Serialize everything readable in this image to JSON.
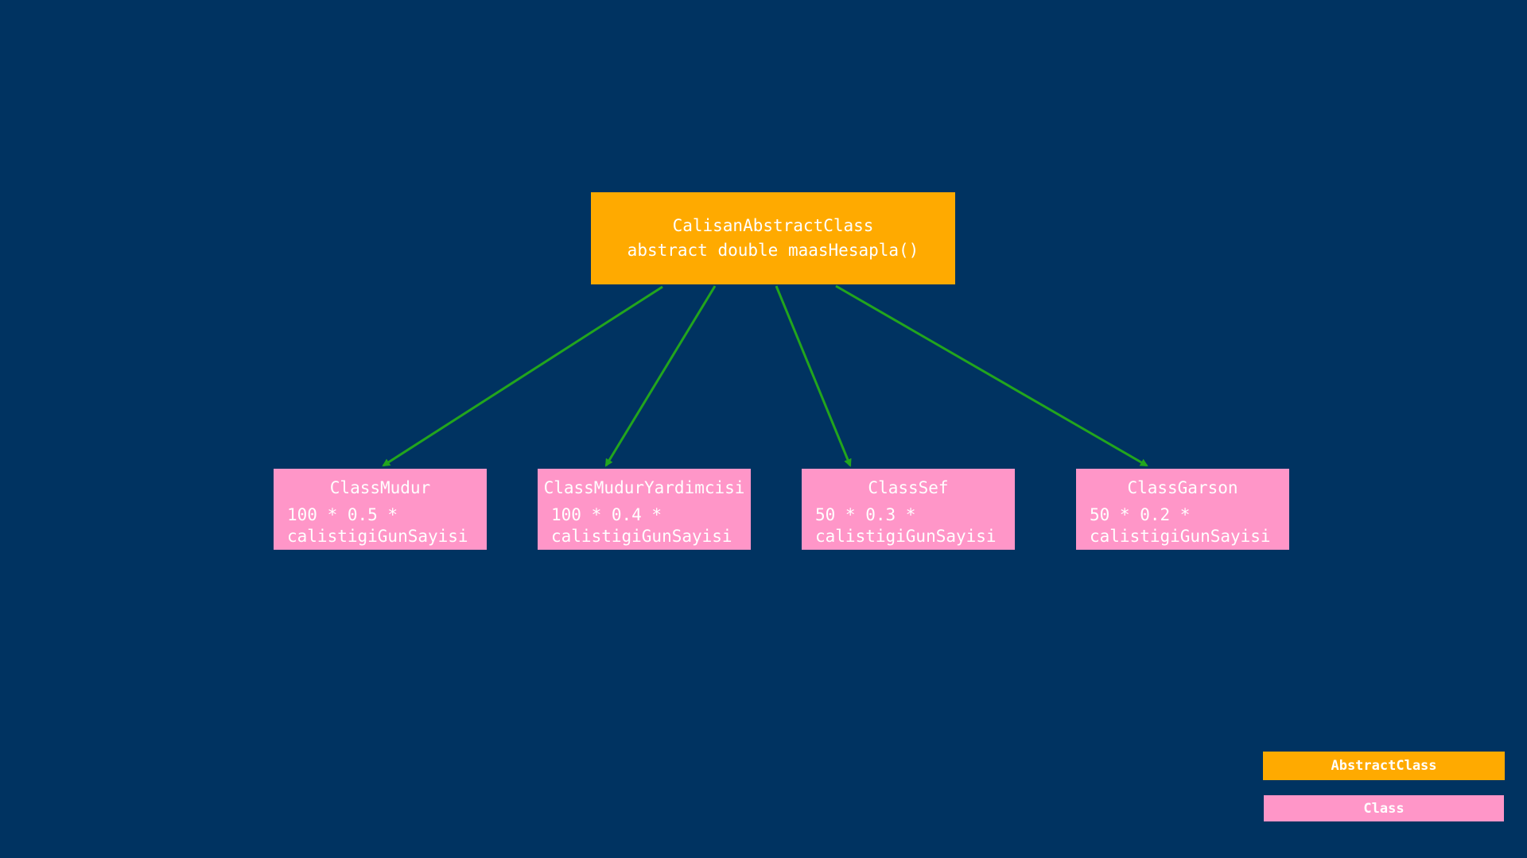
{
  "colors": {
    "background": "#003361",
    "abstract": "#ffaa00",
    "class": "#ff96c8",
    "arrow": "#22a51d",
    "text": "#ffffff"
  },
  "diagram": {
    "abstract_class": {
      "name": "CalisanAbstractClass",
      "method": "abstract double maasHesapla()"
    },
    "classes": [
      {
        "name": "ClassMudur",
        "formula": "100 * 0.5 * calistigiGunSayisi"
      },
      {
        "name": "ClassMudurYardimcisi",
        "formula": "100 * 0.4 * calistigiGunSayisi"
      },
      {
        "name": "ClassSef",
        "formula": "50 * 0.3 * calistigiGunSayisi"
      },
      {
        "name": "ClassGarson",
        "formula": "50 * 0.2 * calistigiGunSayisi"
      }
    ]
  },
  "legend": {
    "abstract_label": "AbstractClass",
    "class_label": "Class"
  }
}
